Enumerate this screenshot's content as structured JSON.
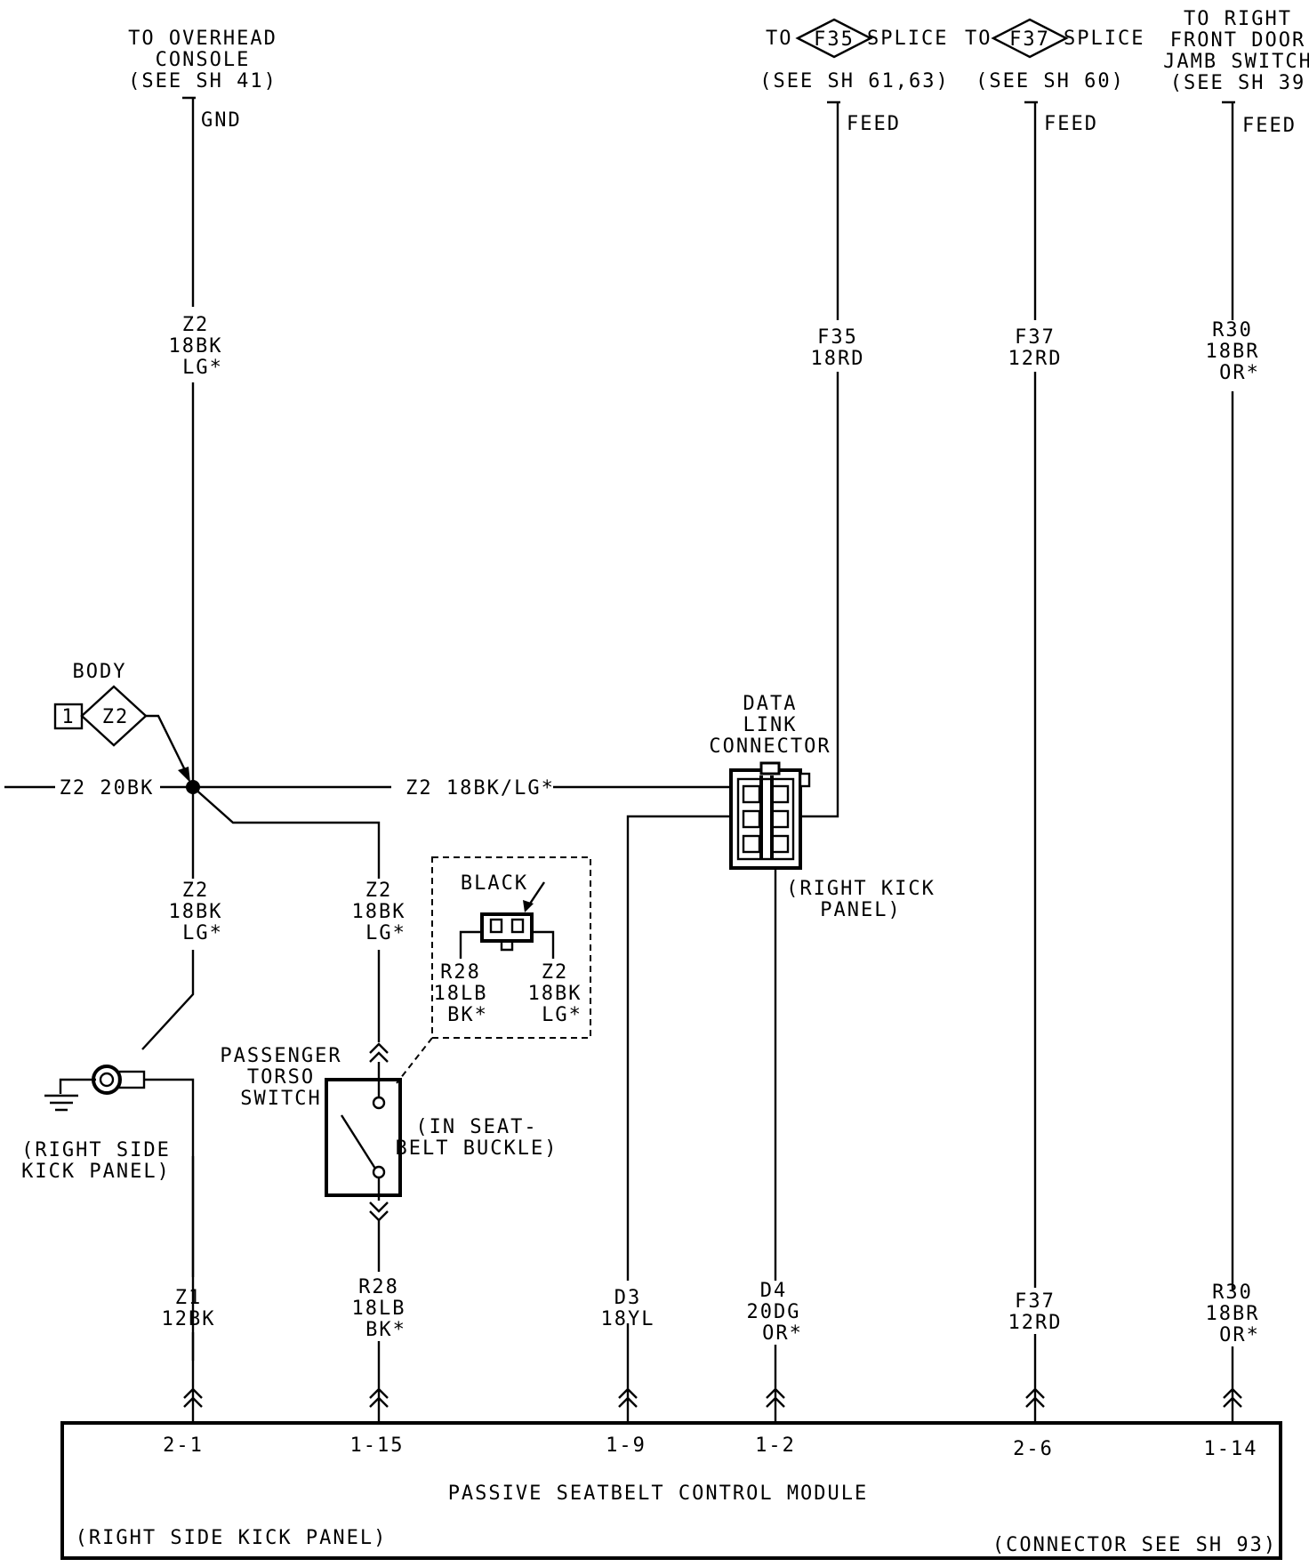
{
  "top_refs": {
    "overhead_console": {
      "line1": "TO OVERHEAD",
      "line2": "CONSOLE",
      "line3": "(SEE SH 41)",
      "tag": "GND"
    },
    "f35_splice": {
      "to": "TO",
      "code": "F35",
      "splice": "SPLICE",
      "see": "(SEE SH 61,63)",
      "tag": "FEED"
    },
    "f37_splice": {
      "to": "TO",
      "code": "F37",
      "splice": "SPLICE",
      "see": "(SEE SH 60)",
      "tag": "FEED"
    },
    "door_jamb": {
      "line1": "TO RIGHT",
      "line2": "FRONT DOOR",
      "line3": "JAMB SWITCH",
      "line4": "(SEE SH 39",
      "tag": "FEED"
    }
  },
  "wires": {
    "z2_upper": {
      "l1": "Z2",
      "l2": "18BK",
      "l3": "LG*"
    },
    "f35": {
      "l1": "F35",
      "l2": "18RD"
    },
    "f37_upper": {
      "l1": "F37",
      "l2": "12RD"
    },
    "r30_upper": {
      "l1": "R30",
      "l2": "18BR",
      "l3": "OR*"
    },
    "z2_left": "Z2 20BK",
    "z2_mid": "Z2 18BK/LG*",
    "z2_lower_a": {
      "l1": "Z2",
      "l2": "18BK",
      "l3": "LG*"
    },
    "z2_lower_b": {
      "l1": "Z2",
      "l2": "18BK",
      "l3": "LG*"
    },
    "z1": {
      "l1": "Z1",
      "l2": "12BK"
    },
    "r28": {
      "l1": "R28",
      "l2": "18LB",
      "l3": "BK*"
    },
    "d3": {
      "l1": "D3",
      "l2": "18YL"
    },
    "d4": {
      "l1": "D4",
      "l2": "20DG",
      "l3": "OR*"
    },
    "f37_lower": {
      "l1": "F37",
      "l2": "12RD"
    },
    "r30_lower": {
      "l1": "R30",
      "l2": "18BR",
      "l3": "OR*"
    }
  },
  "body_splice": {
    "label": "BODY",
    "pin": "1",
    "code": "Z2"
  },
  "data_link": {
    "l1": "DATA",
    "l2": "LINK",
    "l3": "CONNECTOR",
    "loc1": "(RIGHT KICK",
    "loc2": "PANEL)"
  },
  "ground": {
    "loc1": "(RIGHT SIDE",
    "loc2": "KICK PANEL)"
  },
  "torso_switch": {
    "l1": "PASSENGER",
    "l2": "TORSO",
    "l3": "SWITCH",
    "loc1": "(IN SEAT-",
    "loc2": "BELT BUCKLE)"
  },
  "connector_detail": {
    "color": "BLACK",
    "left_l1": "R28",
    "left_l2": "18LB",
    "left_l3": "BK*",
    "right_l1": "Z2",
    "right_l2": "18BK",
    "right_l3": "LG*"
  },
  "module": {
    "name": "PASSIVE SEATBELT CONTROL MODULE",
    "location": "(RIGHT SIDE KICK PANEL)",
    "connector_ref": "(CONNECTOR SEE SH 93)",
    "pins": [
      "2-1",
      "1-15",
      "1-9",
      "1-2",
      "2-6",
      "1-14"
    ]
  }
}
